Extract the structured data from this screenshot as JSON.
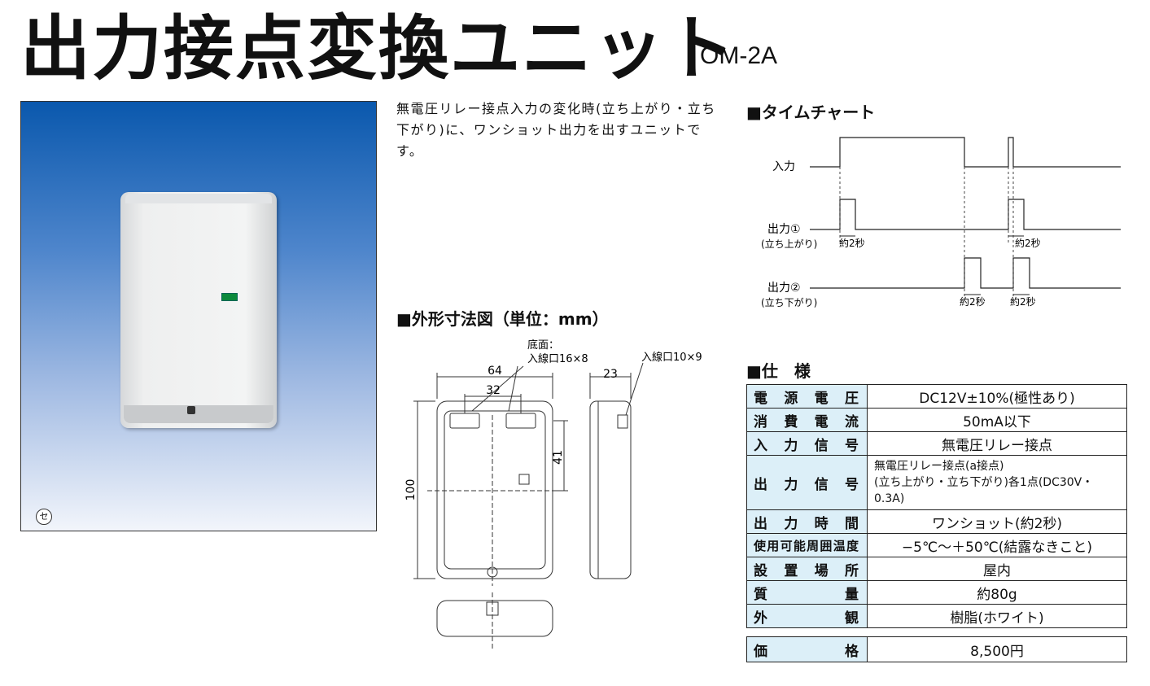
{
  "title": "出力接点変換ユニット",
  "model": "OM-2A",
  "photo_mark": "セ",
  "description": "無電圧リレー接点入力の変化時(立ち上がり・立ち下がり)に、ワンショット出力を出すユニットです。",
  "sections": {
    "dimensions": "■外形寸法図（単位：mm）",
    "timechart": "■タイムチャート",
    "spec": "■仕　様"
  },
  "dimensions": {
    "bottom_note_1": "底面：",
    "bottom_note_2": "入線口16×8",
    "side_note": "入線口10×9",
    "w64": "64",
    "w32": "32",
    "d23": "23",
    "h41": "41",
    "h100": "100"
  },
  "timechart": {
    "input_label": "入力",
    "out1_label": "出力①",
    "out1_sub": "(立ち上がり)",
    "out2_label": "出力②",
    "out2_sub": "(立ち下がり)",
    "duration": "約2秒"
  },
  "spec": {
    "rows": [
      {
        "key": "電源電圧",
        "value": "DC12V±10%(極性あり)"
      },
      {
        "key": "消費電流",
        "value": "50mA以下"
      },
      {
        "key": "入力信号",
        "value": "無電圧リレー接点"
      },
      {
        "key": "出力信号",
        "value_line1": "無電圧リレー接点(a接点)",
        "value_line2": "(立ち上がり・立ち下がり)各1点(DC30V・0.3A)"
      },
      {
        "key": "出力時間",
        "value": "ワンショット(約2秒)"
      },
      {
        "key": "使用可能周囲温度",
        "value": "−5℃～＋50℃(結露なきこと)"
      },
      {
        "key": "設置場所",
        "value": "屋内"
      },
      {
        "key": "質量",
        "value": "約80g"
      },
      {
        "key": "外観",
        "value": "樹脂(ホワイト)"
      }
    ],
    "price_key": "価格",
    "price_value": "8,500円"
  }
}
